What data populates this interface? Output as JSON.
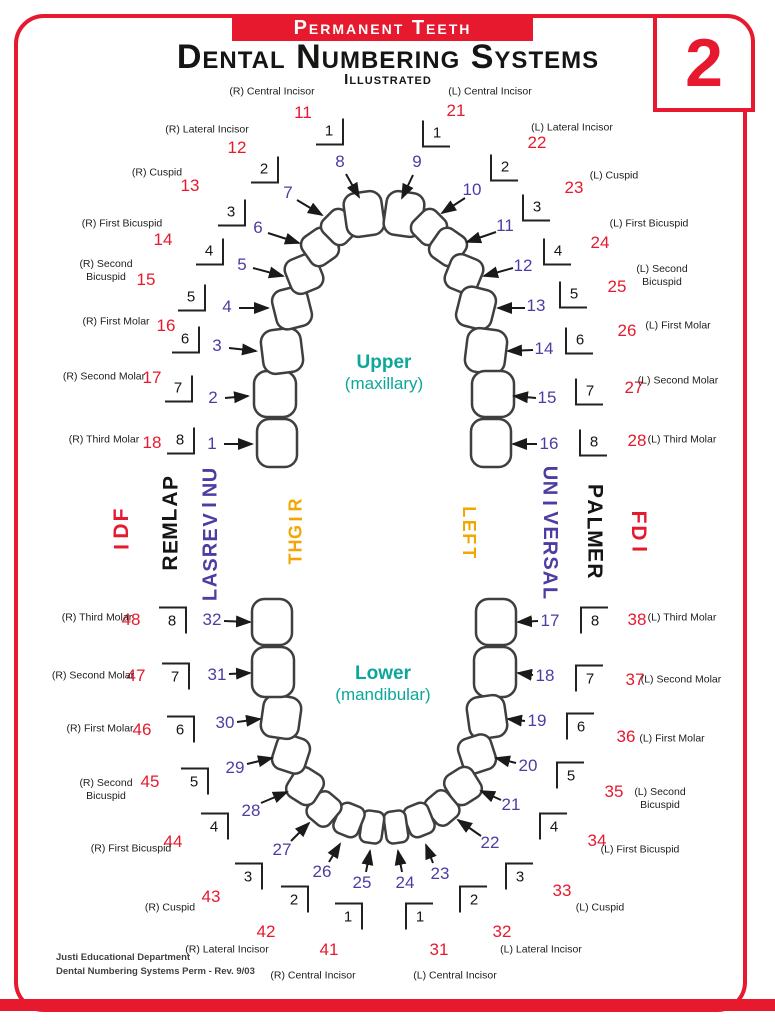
{
  "header": {
    "banner": "Permanent Teeth",
    "title": "Dental Numbering Systems",
    "subtitle": "Illustrated",
    "page_number": "2"
  },
  "arches": {
    "upper_label": "Upper",
    "upper_sublabel": "(maxillary)",
    "lower_label": "Lower",
    "lower_sublabel": "(mandibular)"
  },
  "systems": {
    "fdi": "FDI",
    "palmer": "PALMER",
    "universal": "UNIVERSAL",
    "right": "RIGHT",
    "left": "LEFT"
  },
  "colors": {
    "fdi_red": "#e6192e",
    "universal_purple": "#4b3da2",
    "palmer_black": "#151514",
    "side_orange": "#f3a602",
    "arch_teal": "#0ca79a",
    "border_red": "#e6192e",
    "tooth_outline": "#3f3f3f"
  },
  "upper_teeth": [
    {
      "universal": "1",
      "palmer": "8",
      "fdi": "18",
      "name": "(R) Third Molar"
    },
    {
      "universal": "2",
      "palmer": "7",
      "fdi": "17",
      "name": "(R) Second Molar"
    },
    {
      "universal": "3",
      "palmer": "6",
      "fdi": "16",
      "name": "(R) First Molar"
    },
    {
      "universal": "4",
      "palmer": "5",
      "fdi": "15",
      "name": "(R) Second Bicuspid"
    },
    {
      "universal": "5",
      "palmer": "4",
      "fdi": "14",
      "name": "(R) First Bicuspid"
    },
    {
      "universal": "6",
      "palmer": "3",
      "fdi": "13",
      "name": "(R) Cuspid"
    },
    {
      "universal": "7",
      "palmer": "2",
      "fdi": "12",
      "name": "(R) Lateral Incisor"
    },
    {
      "universal": "8",
      "palmer": "1",
      "fdi": "11",
      "name": "(R) Central Incisor"
    },
    {
      "universal": "9",
      "palmer": "1",
      "fdi": "21",
      "name": "(L) Central Incisor"
    },
    {
      "universal": "10",
      "palmer": "2",
      "fdi": "22",
      "name": "(L) Lateral Incisor"
    },
    {
      "universal": "11",
      "palmer": "3",
      "fdi": "23",
      "name": "(L) Cuspid"
    },
    {
      "universal": "12",
      "palmer": "4",
      "fdi": "24",
      "name": "(L) First Bicuspid"
    },
    {
      "universal": "13",
      "palmer": "5",
      "fdi": "25",
      "name": "(L) Second Bicuspid"
    },
    {
      "universal": "14",
      "palmer": "6",
      "fdi": "26",
      "name": "(L) First Molar"
    },
    {
      "universal": "15",
      "palmer": "7",
      "fdi": "27",
      "name": "(L) Second Molar"
    },
    {
      "universal": "16",
      "palmer": "8",
      "fdi": "28",
      "name": "(L) Third Molar"
    }
  ],
  "lower_teeth": [
    {
      "universal": "17",
      "palmer": "8",
      "fdi": "38",
      "name": "(L) Third Molar"
    },
    {
      "universal": "18",
      "palmer": "7",
      "fdi": "37",
      "name": "(L) Second Molar"
    },
    {
      "universal": "19",
      "palmer": "6",
      "fdi": "36",
      "name": "(L) First Molar"
    },
    {
      "universal": "20",
      "palmer": "5",
      "fdi": "35",
      "name": "(L) Second Bicuspid"
    },
    {
      "universal": "21",
      "palmer": "4",
      "fdi": "34",
      "name": "(L) First Bicuspid"
    },
    {
      "universal": "22",
      "palmer": "3",
      "fdi": "33",
      "name": "(L) Cuspid"
    },
    {
      "universal": "23",
      "palmer": "2",
      "fdi": "32",
      "name": "(L) Lateral Incisor"
    },
    {
      "universal": "24",
      "palmer": "1",
      "fdi": "31",
      "name": "(L) Central Incisor"
    },
    {
      "universal": "25",
      "palmer": "1",
      "fdi": "41",
      "name": "(R) Central Incisor"
    },
    {
      "universal": "26",
      "palmer": "2",
      "fdi": "42",
      "name": "(R) Lateral Incisor"
    },
    {
      "universal": "27",
      "palmer": "3",
      "fdi": "43",
      "name": "(R) Cuspid"
    },
    {
      "universal": "28",
      "palmer": "4",
      "fdi": "44",
      "name": "(R) First Bicuspid"
    },
    {
      "universal": "29",
      "palmer": "5",
      "fdi": "45",
      "name": "(R) Second Bicuspid"
    },
    {
      "universal": "30",
      "palmer": "6",
      "fdi": "46",
      "name": "(R) First Molar"
    },
    {
      "universal": "31",
      "palmer": "7",
      "fdi": "47",
      "name": "(R) Second Molar"
    },
    {
      "universal": "32",
      "palmer": "8",
      "fdi": "48",
      "name": "(R) Third Molar"
    }
  ],
  "footer": {
    "line1": "Justi Educational Department",
    "line2": "Dental Numbering Systems Perm - Rev. 9/03"
  }
}
